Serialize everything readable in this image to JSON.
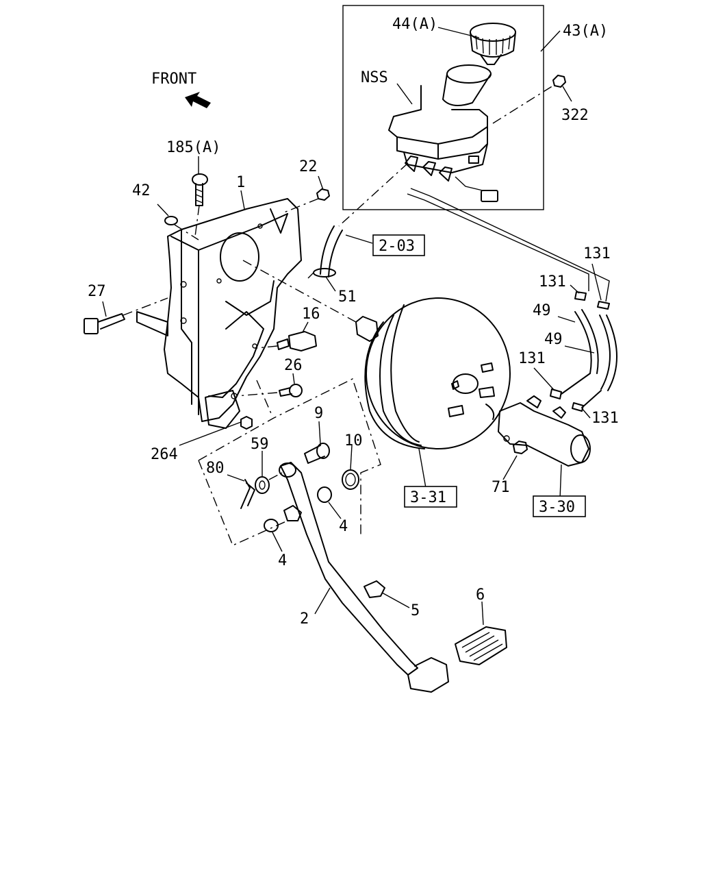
{
  "orientation": {
    "front_label": "FRONT"
  },
  "callouts": {
    "c44a": "44(A)",
    "c43a": "43(A)",
    "nss": "NSS",
    "c322": "322",
    "c185a": "185(A)",
    "c22": "22",
    "c1": "1",
    "c42": "42",
    "c203": "2-03",
    "c51": "51",
    "c27": "27",
    "c16": "16",
    "c26": "26",
    "c264": "264",
    "c131a": "131",
    "c131b": "131",
    "c131c": "131",
    "c131d": "131",
    "c49a": "49",
    "c49b": "49",
    "c9": "9",
    "c59": "59",
    "c10": "10",
    "c80": "80",
    "c4a": "4",
    "c4b": "4",
    "c331": "3-31",
    "c330": "3-30",
    "c71": "71",
    "c5": "5",
    "c2": "2",
    "c6": "6"
  },
  "icons": {
    "front_arrow": "arrow-up-left-icon"
  }
}
